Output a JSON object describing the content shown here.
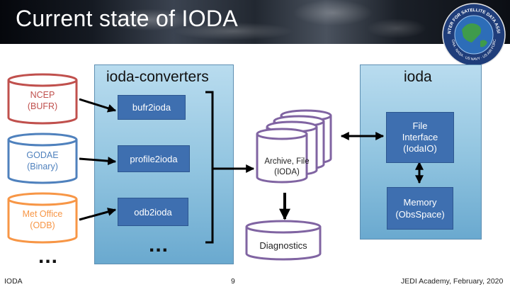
{
  "slide": {
    "title": "Current state of IODA"
  },
  "colors": {
    "panel": "#8fc3df",
    "process_box": "#3e6fb0",
    "ncep": "#c0504d",
    "godae": "#4f81bd",
    "metoffice": "#f79646",
    "archive": "#8064a2"
  },
  "logo": {
    "top_text": "JOINT CENTER FOR SATELLITE DATA ASSIMILATION",
    "bottom_text": "NOAA · NASA · US NAVY · US AIR FORCE"
  },
  "sources": [
    {
      "line1": "NCEP",
      "line2": "(BUFR)"
    },
    {
      "line1": "GODAE",
      "line2": "(Binary)"
    },
    {
      "line1": "Met Office",
      "line2": "(ODB)"
    }
  ],
  "sources_more": "...",
  "converters": {
    "title": "ioda-converters",
    "items": [
      "bufr2ioda",
      "profile2ioda",
      "odb2ioda"
    ],
    "more": "..."
  },
  "archive": {
    "line1": "Archive, File",
    "line2": "(IODA)"
  },
  "diagnostics": "Diagnostics",
  "ioda": {
    "title": "ioda",
    "file_interface": {
      "line1": "File",
      "line2": "Interface",
      "line3": "(IodaIO)"
    },
    "memory": {
      "line1": "Memory",
      "line2": "(ObsSpace)"
    }
  },
  "footer": {
    "left": "IODA",
    "page": "9",
    "right": "JEDI Academy, February, 2020"
  }
}
